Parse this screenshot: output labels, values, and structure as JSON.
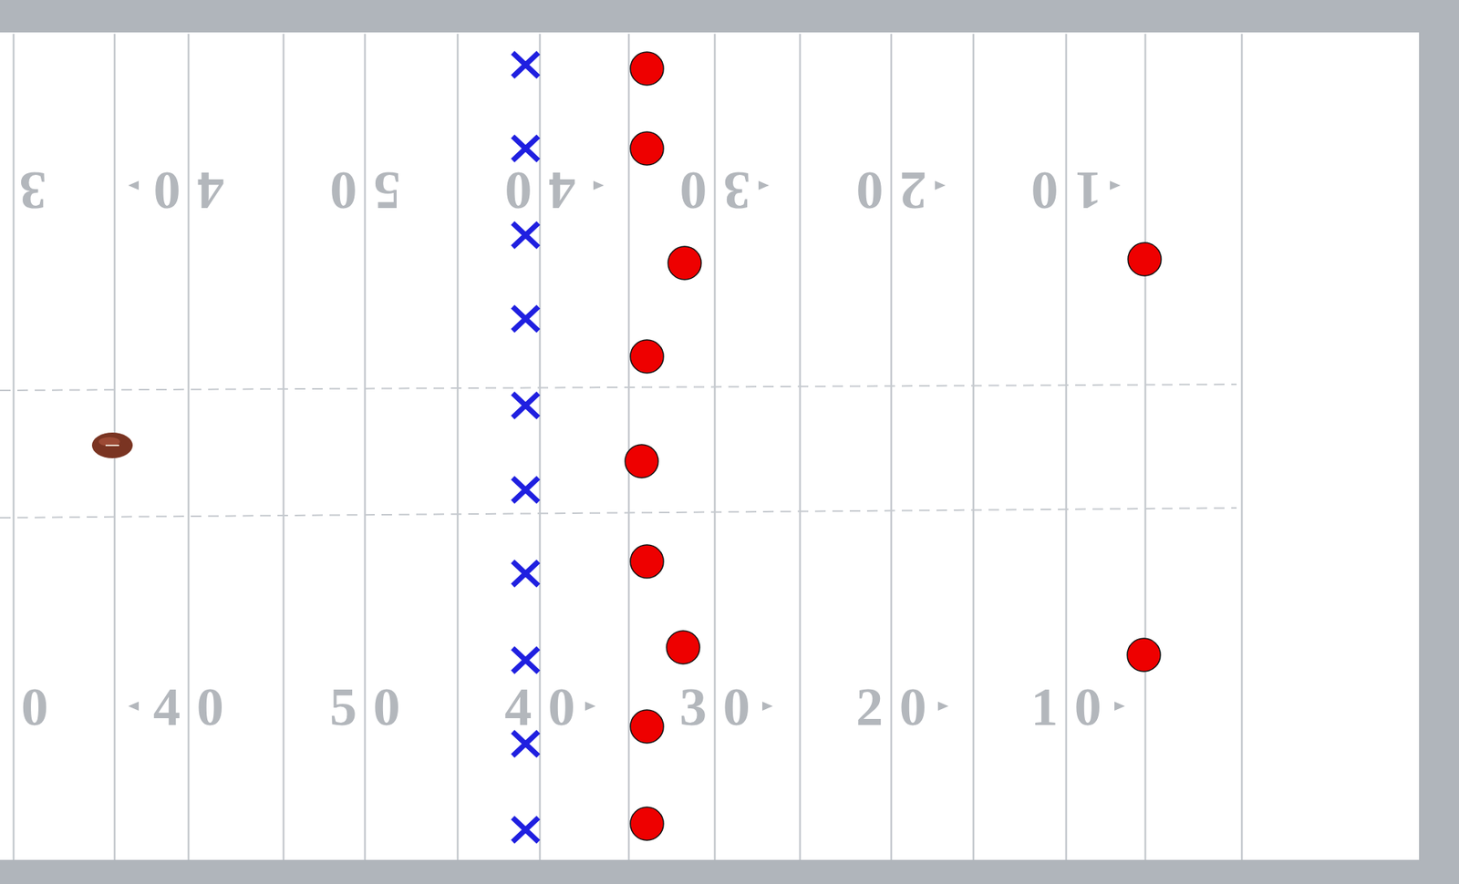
{
  "diagram": {
    "labels": [
      "3",
      "40",
      "50",
      "40",
      "30",
      "20",
      "10",
      "0",
      "40",
      "50",
      "40",
      "30",
      "20",
      "10"
    ]
  }
}
